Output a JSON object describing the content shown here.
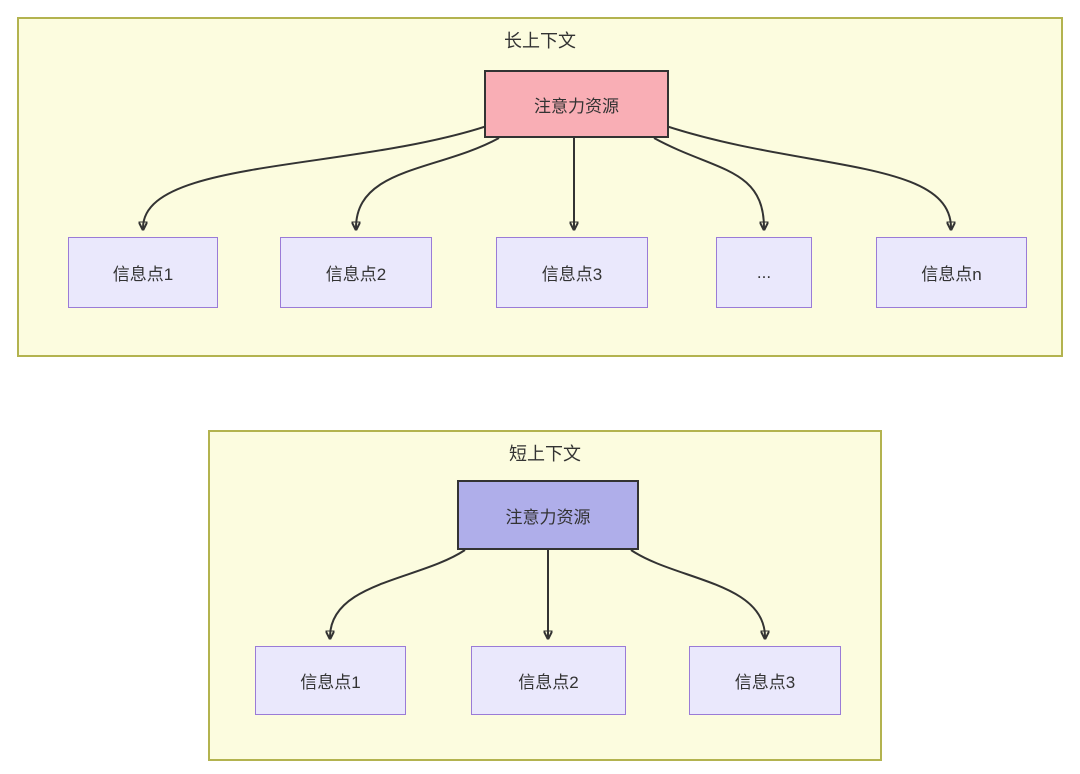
{
  "colors": {
    "panel_fill": "#fcfcdf",
    "panel_border": "#b3b34f",
    "hub_pink_fill": "#f9aeb5",
    "hub_purple_fill": "#afaeea",
    "hub_border": "#333333",
    "info_fill": "#eae8fc",
    "info_border": "#9a7bd7",
    "line_color": "#333333"
  },
  "top": {
    "title": "长上下文",
    "hub": {
      "label": "注意力资源"
    },
    "nodes": [
      {
        "label": "信息点1"
      },
      {
        "label": "信息点2"
      },
      {
        "label": "信息点3"
      },
      {
        "label": "..."
      },
      {
        "label": "信息点n"
      }
    ]
  },
  "bottom": {
    "title": "短上下文",
    "hub": {
      "label": "注意力资源"
    },
    "nodes": [
      {
        "label": "信息点1"
      },
      {
        "label": "信息点2"
      },
      {
        "label": "信息点3"
      }
    ]
  }
}
